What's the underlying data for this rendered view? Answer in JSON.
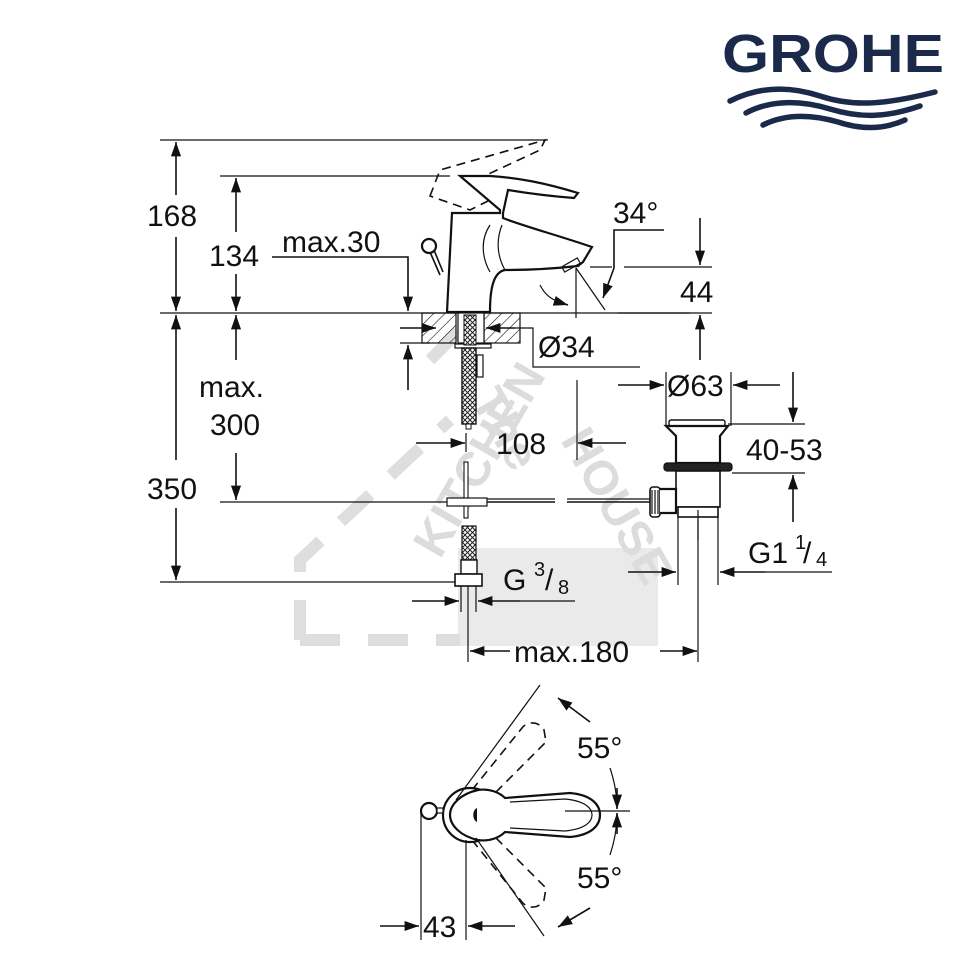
{
  "brand": {
    "name": "GROHE",
    "color": "#1b2a4a"
  },
  "watermark": {
    "line1": "The",
    "line2": "KITCHEN",
    "line3": "HOUSE"
  },
  "side_view": {
    "heights": {
      "total_lever_raised": "168",
      "spout_top": "134",
      "deck_thickness": "max.30",
      "spout_outlet_height": "44",
      "spout_angle": "34°"
    },
    "below_deck": {
      "hole_diameter": "Ø34",
      "hose_length_1": "max.",
      "hose_length_2": "300",
      "supply_total": "350",
      "waste_offset": "108",
      "waste_diameter": "Ø63",
      "waste_range": "40-53",
      "waste_thread_main": "G1",
      "waste_thread_num": "1",
      "waste_thread_den": "4",
      "supply_thread_main": "G",
      "supply_thread_num": "3",
      "supply_thread_den": "8",
      "max_reach": "max.180"
    }
  },
  "top_view": {
    "angle_left": "55°",
    "angle_right": "55°",
    "lever_offset": "43"
  }
}
